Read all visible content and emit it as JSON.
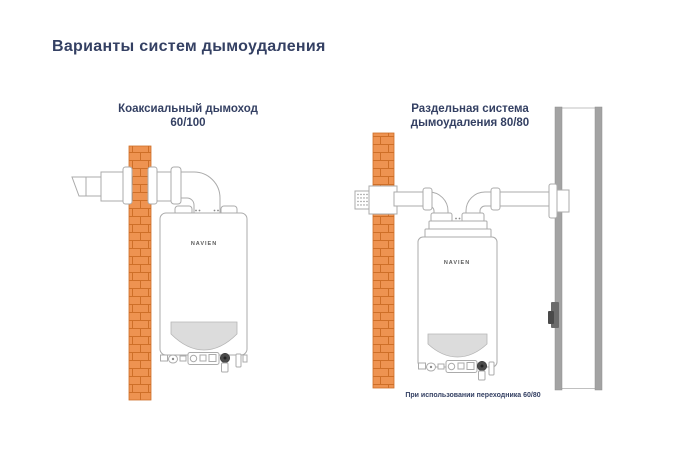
{
  "title": "Варианты систем дымоудаления",
  "diagrams": {
    "left": {
      "label_line1": "Коаксиальный дымоход",
      "label_line2": "60/100",
      "brand": "NAVIEN"
    },
    "right": {
      "label_line1": "Раздельная система",
      "label_line2": "дымоудаления 80/80",
      "brand": "NAVIEN",
      "caption": "При использовании переходника 60/80"
    }
  },
  "colors": {
    "text": "#344063",
    "brick": "#EE9351",
    "brick_mortar": "#CE6F28",
    "outline": "#ABABAB",
    "shaft": "#A3A3A3",
    "panel": "#DCDCDC"
  }
}
